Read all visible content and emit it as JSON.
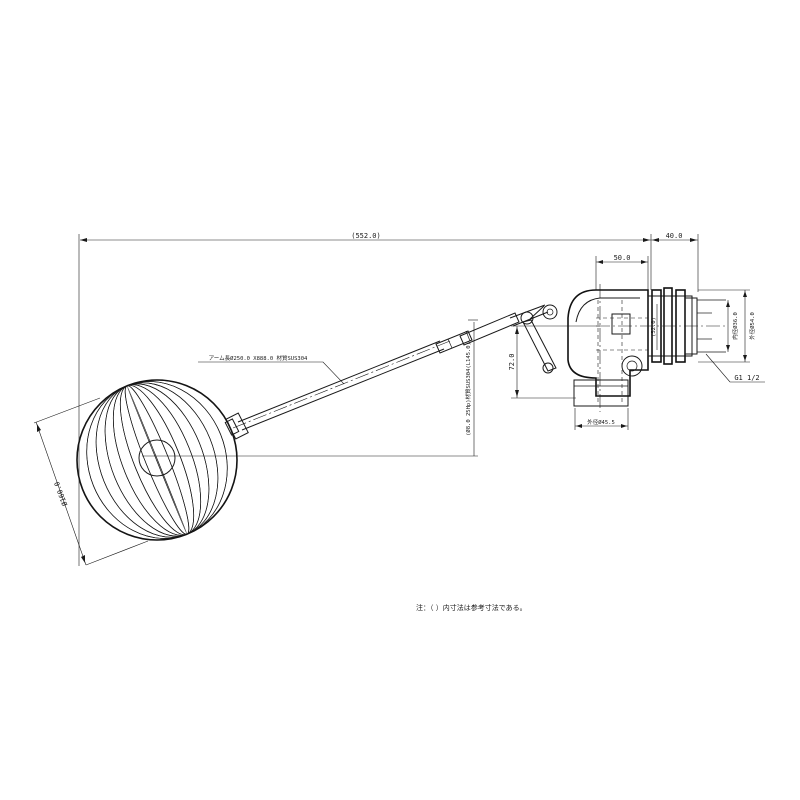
{
  "dimensions": {
    "overall_length": "(552.0)",
    "flange_length": "40.0",
    "body_width": "50.0",
    "height": "72.0",
    "width_52": "(52.0)",
    "inner_dia": "内径Ø36.0",
    "outer_dia": "外径Ø54.0",
    "bottom_dia": "外径Ø45.5",
    "thread": "G1 1/2",
    "ball_dia": "Ø160.0",
    "arm_label": "アーム長Ø250.0 X888.0 材質SUS304",
    "rod_label": "(Ø8.0 25Hp)材質SUS304(L145.0)"
  },
  "note": "注：（ ）内寸法は参考寸法である。"
}
